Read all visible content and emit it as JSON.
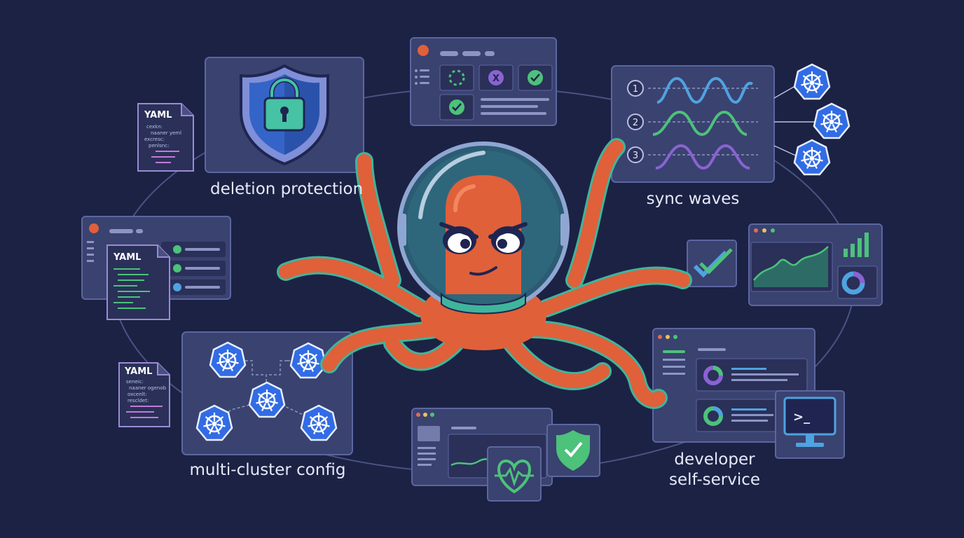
{
  "feature_labels": {
    "deletion_protection": "deletion protection",
    "sync_waves": "sync waves",
    "multi_cluster_config": "multi-cluster config",
    "developer_self_service": [
      "developer",
      "self-service"
    ]
  },
  "yaml_cards": [
    {
      "title": "YAML",
      "lines": [
        "cexkn:",
        "naaner yeml",
        "excresc:",
        "penlsnc:"
      ]
    },
    {
      "title": "YAML",
      "lines": []
    },
    {
      "title": "YAML",
      "lines": [
        "seneic:",
        "naaner ogenob",
        "oxcenlt:",
        "rescldet:"
      ]
    }
  ],
  "sync_steps": [
    "1",
    "2",
    "3"
  ],
  "dashboard_status_icons": [
    "spinner-icon",
    "x-icon",
    "check-icon",
    "check-icon"
  ],
  "terminal_prompt": ">_",
  "colors": {
    "background": "#1c2244",
    "panel": "#3a4270",
    "octopus": "#e0603a",
    "teal": "#3fb59c",
    "kube_blue": "#326ce5",
    "purple": "#8a63d2",
    "green": "#4cc27a"
  }
}
